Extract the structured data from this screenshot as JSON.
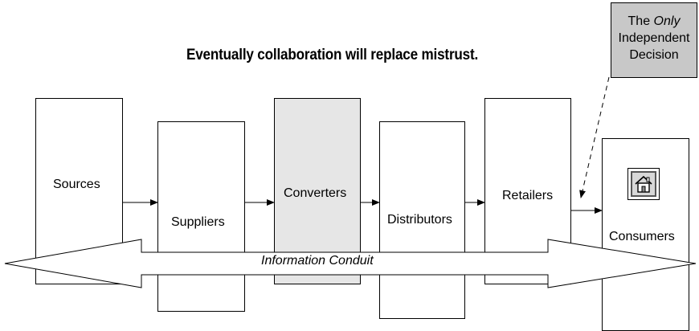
{
  "headline": "Eventually collaboration will replace mistrust.",
  "callout": {
    "line1_prefix": "The ",
    "line1_emphasis": "Only",
    "line2": "Independent",
    "line3": "Decision"
  },
  "stages": {
    "sources": "Sources",
    "suppliers": "Suppliers",
    "converters": "Converters",
    "distributors": "Distributors",
    "retailers": "Retailers",
    "consumers": "Consumers"
  },
  "conduit_label": "Information Conduit",
  "colors": {
    "highlight_fill": "#e6e6e6",
    "callout_fill": "#c8c8c8",
    "stroke": "#000000"
  },
  "icons": {
    "consumer_icon": "house-icon"
  }
}
